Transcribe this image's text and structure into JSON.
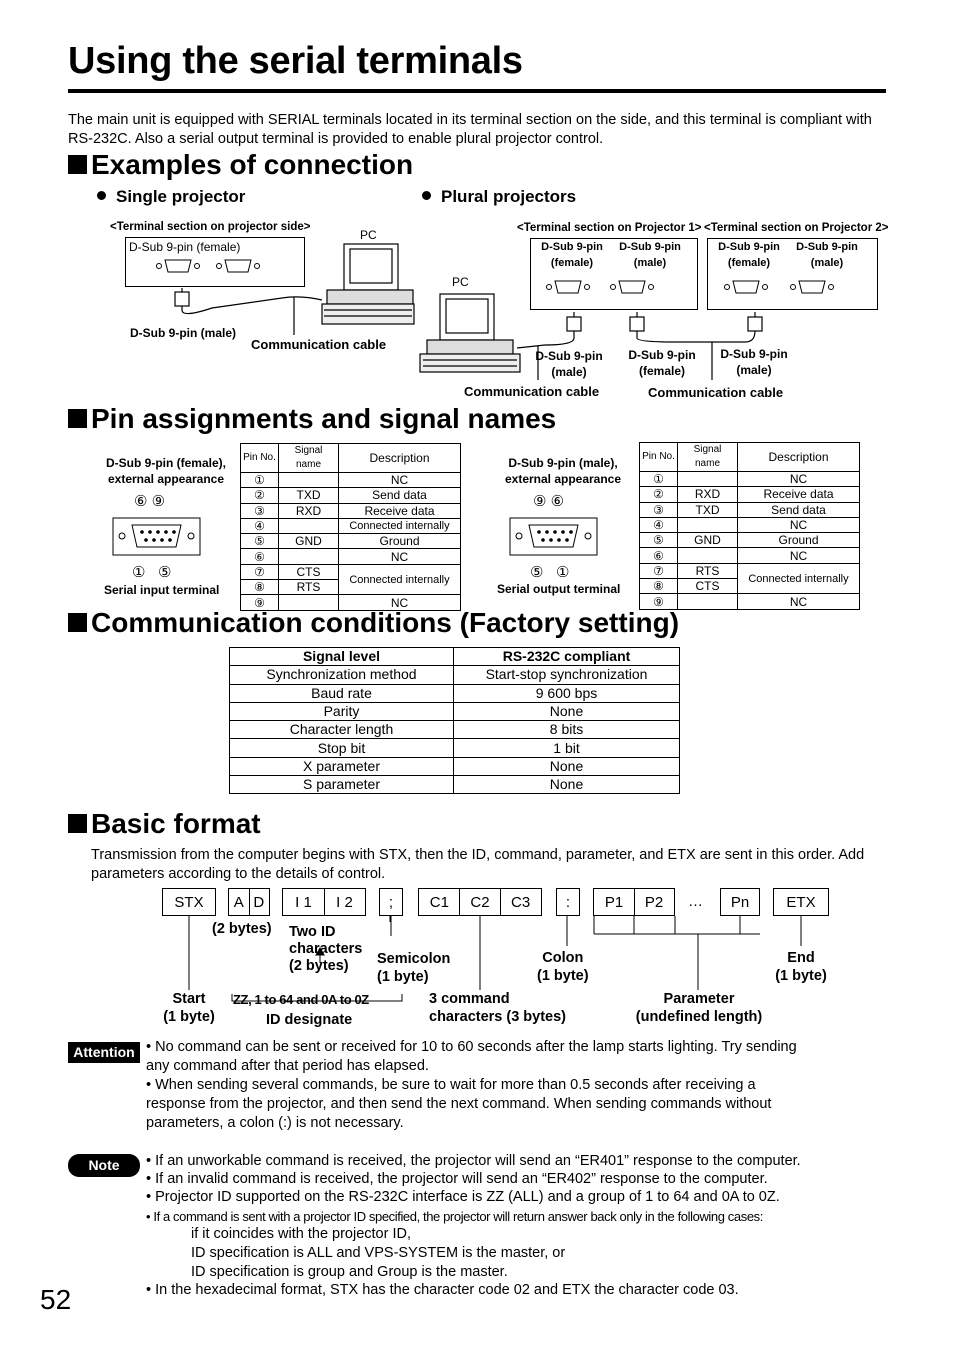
{
  "title": "Using the serial terminals",
  "intro": "The main unit is equipped with SERIAL terminals located in its terminal section on the side, and this terminal is compliant with RS-232C. Also a serial output terminal is provided to enable plural projector control.",
  "sections": {
    "examples": "Examples of connection",
    "pins": "Pin assignments and signal names",
    "conditions": "Communication conditions (Factory setting)",
    "basic": "Basic format"
  },
  "examples": {
    "single_heading": "Single projector",
    "plural_heading": "Plural projectors",
    "single_terminal_caption": "<Terminal section on projector side>",
    "single_dsub_female": "D-Sub 9-pin (female)",
    "single_pc": "PC",
    "single_dsub_male": "D-Sub 9-pin (male)",
    "single_cable": "Communication cable",
    "p1_caption": "<Terminal section on Projector 1>",
    "p2_caption": "<Terminal section on Projector 2>",
    "plural_pc": "PC",
    "female_lbl": "D-Sub 9-pin\n(female)",
    "male_lbl": "D-Sub 9-pin\n(male)",
    "dsub_male_bottom": "D-Sub 9-pin\n(male)",
    "dsub_female_bottom": "D-Sub 9-pin\n(female)",
    "dsub_male_bottom2": "D-Sub 9-pin\n(male)",
    "cable1": "Communication cable",
    "cable2": "Communication cable"
  },
  "pins": {
    "left_caption": "D-Sub 9-pin (female),\nexternal appearance",
    "left_terminal": "Serial input terminal",
    "right_caption": "D-Sub 9-pin (male),\nexternal appearance",
    "right_terminal": "Serial output terminal",
    "left_top_nums": "⑥ ⑨",
    "left_bottom_nums": "①   ⑤",
    "right_top_nums": "⑨ ⑥",
    "right_bottom_nums": "⑤   ①",
    "headers": [
      "Pin No.",
      "Signal name",
      "Description"
    ],
    "left_rows": [
      [
        "①",
        "",
        "NC"
      ],
      [
        "②",
        "TXD",
        "Send data"
      ],
      [
        "③",
        "RXD",
        "Receive data"
      ],
      [
        "④",
        "",
        "Connected internally"
      ],
      [
        "⑤",
        "GND",
        "Ground"
      ],
      [
        "⑥",
        "",
        "NC"
      ],
      [
        "⑦",
        "CTS",
        "Connected internally"
      ],
      [
        "⑧",
        "RTS",
        ""
      ],
      [
        "⑨",
        "",
        "NC"
      ]
    ],
    "right_rows": [
      [
        "①",
        "",
        "NC"
      ],
      [
        "②",
        "RXD",
        "Receive data"
      ],
      [
        "③",
        "TXD",
        "Send data"
      ],
      [
        "④",
        "",
        "NC"
      ],
      [
        "⑤",
        "GND",
        "Ground"
      ],
      [
        "⑥",
        "",
        "NC"
      ],
      [
        "⑦",
        "RTS",
        "Connected internally"
      ],
      [
        "⑧",
        "CTS",
        ""
      ],
      [
        "⑨",
        "",
        "NC"
      ]
    ]
  },
  "conditions": {
    "rows": [
      [
        "Signal level",
        "RS-232C compliant"
      ],
      [
        "Synchronization method",
        "Start-stop synchronization"
      ],
      [
        "Baud rate",
        "9 600 bps"
      ],
      [
        "Parity",
        "None"
      ],
      [
        "Character length",
        "8 bits"
      ],
      [
        "Stop bit",
        "1 bit"
      ],
      [
        "X parameter",
        "None"
      ],
      [
        "S parameter",
        "None"
      ]
    ]
  },
  "basic": {
    "text": "Transmission from the computer begins with STX, then the ID, command, parameter, and ETX are sent in this order. Add parameters according to the details of control.",
    "stx": "STX",
    "a": "A",
    "d": "D",
    "i1": "I 1",
    "i2": "I 2",
    "semi": ";",
    "c1": "C1",
    "c2": "C2",
    "c3": "C3",
    "colon": ":",
    "p1": "P1",
    "p2": "P2",
    "dots": "…",
    "pn": "Pn",
    "etx": "ETX",
    "two_bytes": "(2 bytes)",
    "two_id": "Two ID\ncharacters\n(2 bytes)",
    "semicolon": "Semicolon\n(1 byte)",
    "colon_lbl": "Colon\n(1 byte)",
    "end": "End\n(1 byte)",
    "start": "Start\n(1 byte)",
    "zz": "ZZ, 1 to 64 and 0A to 0Z",
    "id_designate": "ID designate",
    "cmd": "3 command\ncharacters (3 bytes)",
    "param": "Parameter\n(undefined length)"
  },
  "attention": {
    "badge": "Attention",
    "b1": "• No command can be sent or received for 10 to 60 seconds after the lamp starts lighting. Try sending\n   any command after that period has elapsed.",
    "b2": "• When sending several commands, be sure to wait for more than 0.5 seconds after receiving a\n   response from the projector, and then send the next command. When sending commands without\n   parameters, a colon (:) is not necessary."
  },
  "note": {
    "badge": "Note",
    "b1": "• If an unworkable command is received, the projector will send an “ER401” response to the computer.",
    "b2": "• If an invalid command is received, the projector will send an “ER402” response to the computer.",
    "b3": "• Projector ID supported on the RS-232C interface is ZZ (ALL) and a group of 1 to 64 and 0A to 0Z.",
    "b4": "• If a command is sent with a projector ID specified, the projector will return answer back only in the following cases:",
    "s1": "if it coincides with the projector ID,",
    "s2": "ID specification is ALL and VPS-SYSTEM is the master, or",
    "s3": "ID specification is group and Group is the master.",
    "b5": "• In the hexadecimal format, STX has the character code 02 and ETX the character code 03."
  },
  "page_number": "52"
}
